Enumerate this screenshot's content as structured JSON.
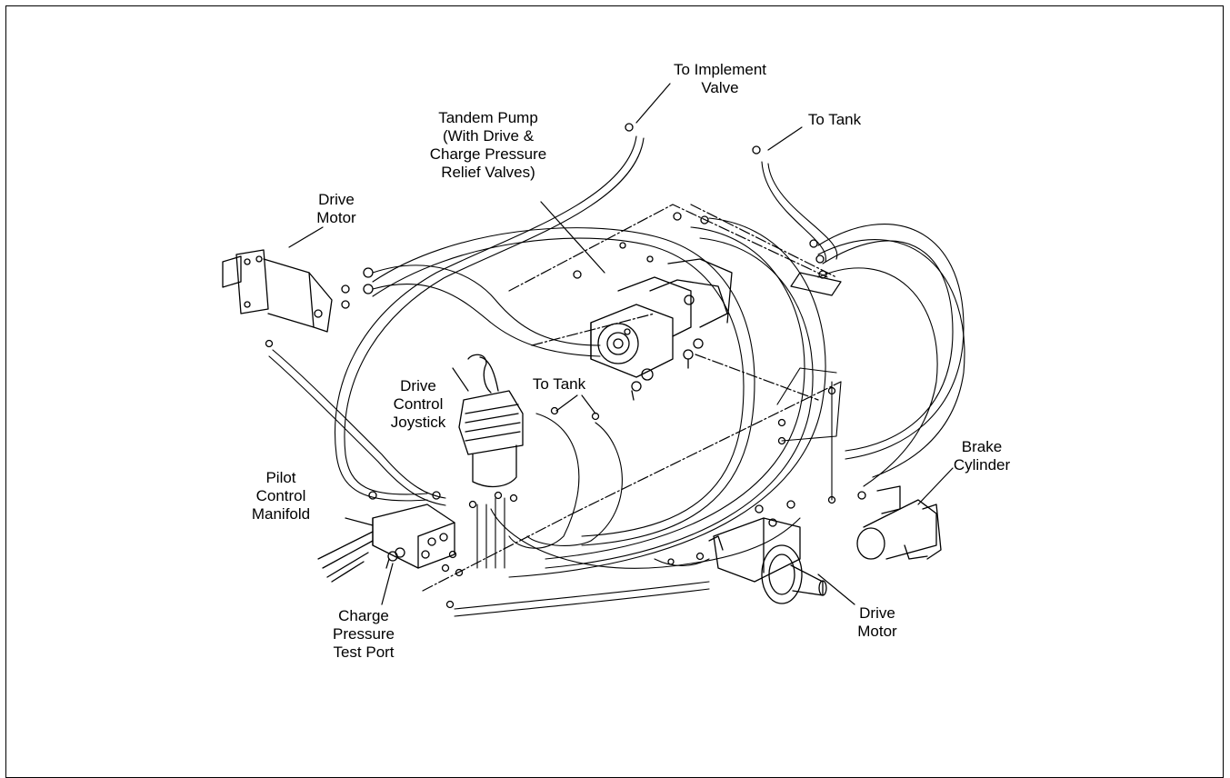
{
  "labels": {
    "to_implement_valve": [
      "To Implement",
      "Valve"
    ],
    "to_tank_top": [
      "To Tank"
    ],
    "tandem_pump": [
      "Tandem Pump",
      "(With Drive &",
      "Charge Pressure",
      "Relief Valves)"
    ],
    "drive_motor_left": [
      "Drive",
      "Motor"
    ],
    "drive_control_joystick": [
      "Drive",
      "Control",
      "Joystick"
    ],
    "to_tank_middle": [
      "To Tank"
    ],
    "brake_cylinder": [
      "Brake",
      "Cylinder"
    ],
    "pilot_control_manifold": [
      "Pilot",
      "Control",
      "Manifold"
    ],
    "charge_pressure_test_port": [
      "Charge",
      "Pressure",
      "Test Port"
    ],
    "drive_motor_right": [
      "Drive",
      "Motor"
    ]
  },
  "colors": {
    "line": "#000000",
    "background": "#ffffff"
  }
}
